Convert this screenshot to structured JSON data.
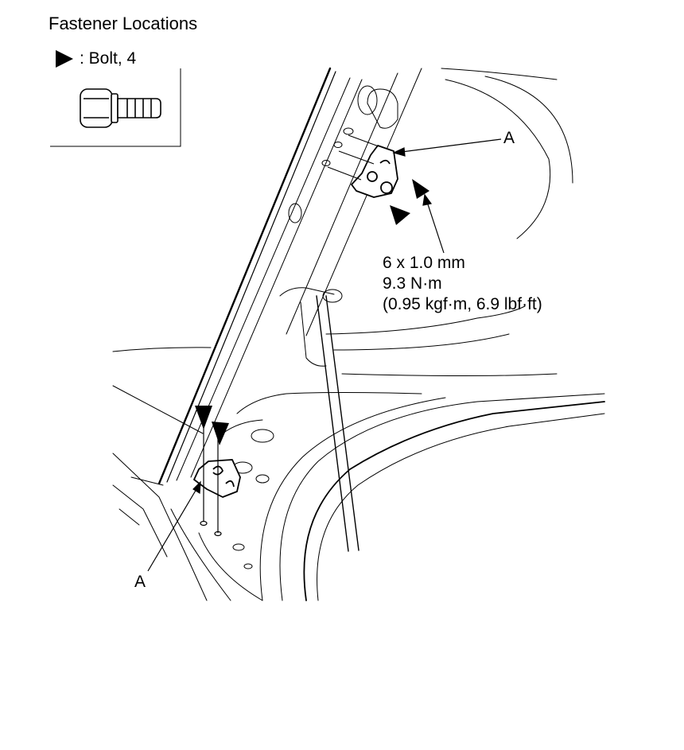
{
  "title": "Fastener Locations",
  "legend": {
    "marker_icon": "triangle-right-icon",
    "text": ": Bolt, 4"
  },
  "callouts": {
    "top_label": "A",
    "bottom_label": "A"
  },
  "spec": {
    "size": "6 x 1.0 mm",
    "torque_nm": "9.3 N·m",
    "torque_alt": "(0.95 kgf·m, 6.9 lbf·ft)"
  },
  "colors": {
    "line": "#000000",
    "fine_line": "#555555",
    "background": "#ffffff"
  }
}
